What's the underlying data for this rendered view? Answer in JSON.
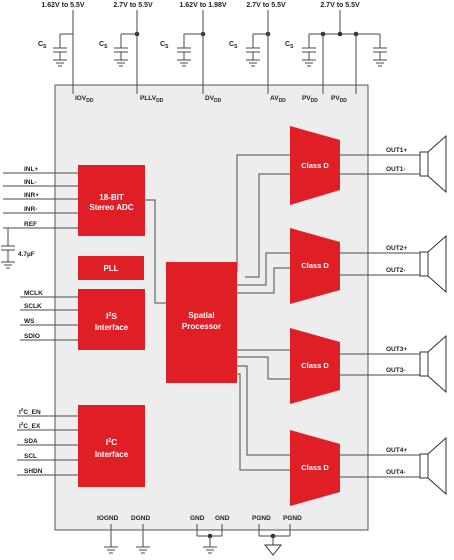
{
  "supplies": [
    {
      "range": "1.62V to 5.5V",
      "cap": "C",
      "cap_sub": "S",
      "pin": "IOV",
      "pin_sub": "DD"
    },
    {
      "range": "2.7V to 5.5V",
      "cap": "C",
      "cap_sub": "S",
      "pin": "PLLV",
      "pin_sub": "DD"
    },
    {
      "range": "1.62V to 1.98V",
      "cap": "C",
      "cap_sub": "S",
      "pin": "DV",
      "pin_sub": "DD"
    },
    {
      "range": "2.7V to 5.5V",
      "cap": "C",
      "cap_sub": "S",
      "pin": "AV",
      "pin_sub": "DD"
    },
    {
      "range": "2.7V to 5.5V",
      "cap": "C",
      "cap_sub": "S",
      "pin": "PV",
      "pin_sub": "DD",
      "pin2": "PV",
      "pin2_sub": "DD"
    }
  ],
  "adc": {
    "title_line1": "18-BIT",
    "title_line2": "Stereo ADC",
    "inputs": [
      "INL+",
      "INL-",
      "INR+",
      "INR-",
      "REF"
    ],
    "ref_cap": "4.7µF"
  },
  "pll": {
    "title": "PLL"
  },
  "i2s": {
    "title_line1": "I",
    "title_sup": "2",
    "title_rest": "S",
    "title_line2": "Interface",
    "pins": [
      "MCLK",
      "SCLK",
      "WS",
      "SDIO"
    ]
  },
  "i2c": {
    "title_line1": "I",
    "title_sup": "2",
    "title_rest": "C",
    "title_line2": "Interface",
    "pins": [
      {
        "prefix": "I",
        "sup": "2",
        "rest": "C_EN"
      },
      {
        "prefix": "I",
        "sup": "2",
        "rest": "C_EX"
      },
      {
        "prefix": "SDA",
        "sup": "",
        "rest": ""
      },
      {
        "prefix": "SCL",
        "sup": "",
        "rest": ""
      },
      {
        "prefix": "SHDN",
        "sup": "",
        "rest": ""
      }
    ]
  },
  "processor": {
    "title_line1": "Spatial",
    "title_line2": "Processor"
  },
  "amplifiers": [
    {
      "label": "Class D",
      "out_pos": "OUT1+",
      "out_neg": "OUT1-"
    },
    {
      "label": "Class D",
      "out_pos": "OUT2+",
      "out_neg": "OUT2-"
    },
    {
      "label": "Class D",
      "out_pos": "OUT3+",
      "out_neg": "OUT3-"
    },
    {
      "label": "Class D",
      "out_pos": "OUT4+",
      "out_neg": "OUT4-"
    }
  ],
  "ground_pins": [
    "IOGND",
    "DGND",
    "GND",
    "GND",
    "PGND",
    "PGND"
  ],
  "colors": {
    "block": "#e01e26",
    "chip": "#ededed",
    "wire": "#4a4a4a"
  }
}
